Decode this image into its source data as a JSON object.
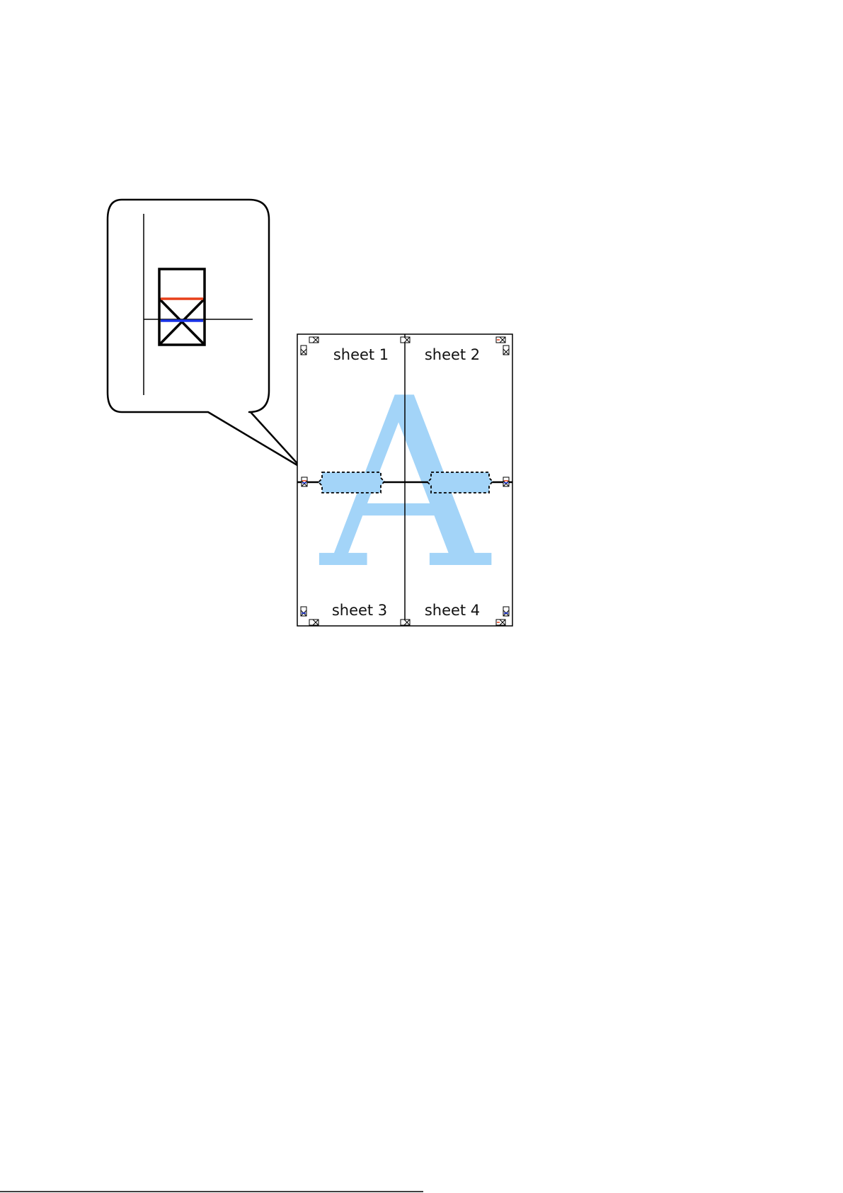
{
  "sheets": [
    {
      "label": "sheet 1"
    },
    {
      "label": "sheet 2"
    },
    {
      "label": "sheet 3"
    },
    {
      "label": "sheet 4"
    }
  ],
  "watermark_letter": "A",
  "colors": {
    "letter": "#a3d4f8",
    "glue_area": "#a3d4f8",
    "cut_line": "#e8401a",
    "align_line": "#1a34e8",
    "outline": "#000000"
  },
  "icons": {
    "callout": "speech-bubble",
    "crop_mark": "crossed-box-mark",
    "glue": "dashed-glue-strip"
  }
}
